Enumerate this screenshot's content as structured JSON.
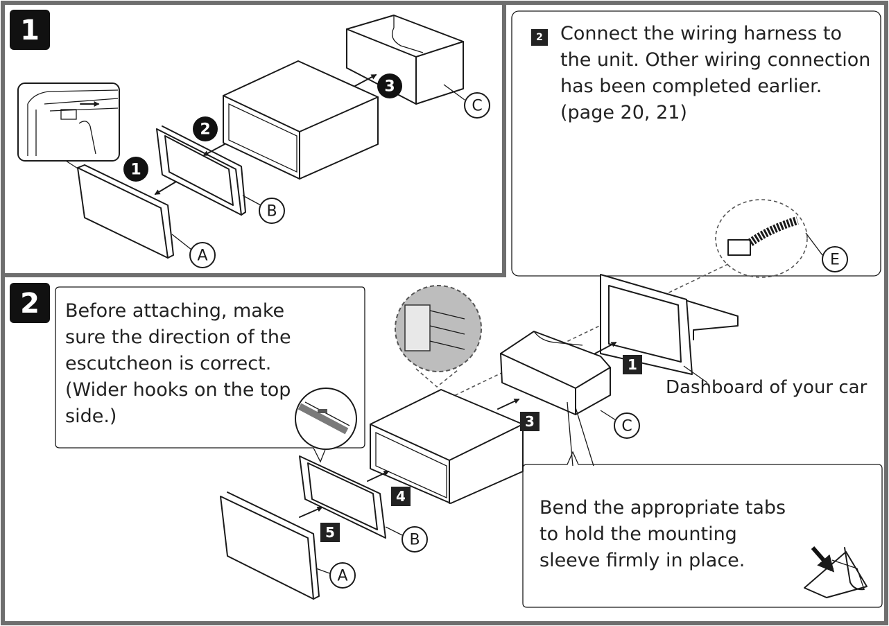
{
  "panels": {
    "p1": {
      "number": "1"
    },
    "p2": {
      "number": "2"
    }
  },
  "step2_box": {
    "number": "2",
    "text": "Connect the wiring harness to the unit. Other wiring connection has been completed earlier. (page 20, 21)"
  },
  "callouts": {
    "escutcheon": "Before attaching, make sure the direction of the escutcheon is correct. (Wider hooks on the top side.)",
    "tabs": "Bend the appropriate tabs to hold the mounting sleeve firmly in place."
  },
  "labels": {
    "dashboard": "Dashboard of your car"
  },
  "parts": {
    "a": "A",
    "b": "B",
    "c": "C",
    "e": "E"
  },
  "removal_steps": [
    "1",
    "2",
    "3"
  ],
  "install_steps": [
    "1",
    "3",
    "4",
    "5"
  ]
}
